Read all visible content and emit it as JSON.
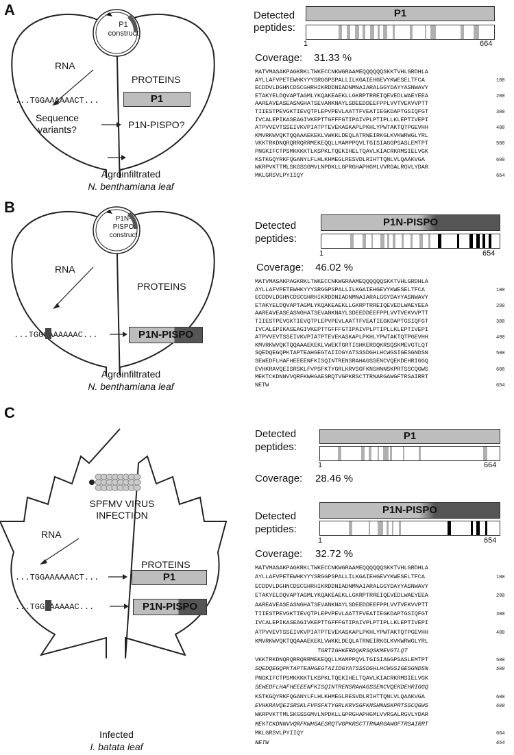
{
  "panels": {
    "A": {
      "letter": "A",
      "construct": "P1\nconstruct",
      "rna": "RNA",
      "proteins": "PROTEINS",
      "seq_dna": "TGGAAAAAACT",
      "protein_box": "P1",
      "variants_q": "Sequence\nvariants?",
      "variant_product": "P1N-PISPO?",
      "caption1": "Agroinfiltrated",
      "caption2": "N. benthamiana leaf",
      "detected": "Detected\npeptides:",
      "protein_bar": "P1",
      "start": "1",
      "end": "664",
      "coverage_label": "Coverage:",
      "coverage_value": "31.33 %"
    },
    "B": {
      "letter": "B",
      "construct": "P1N-\nPISPO\nconstruct",
      "rna": "RNA",
      "proteins": "PROTEINS",
      "seq_dna": "TGGGAAAAAAC",
      "protein_box": "P1N-PISPO",
      "caption1": "Agroinfiltrated",
      "caption2": "N. benthamiana leaf",
      "detected": "Detected\npeptides:",
      "protein_bar": "P1N-PISPO",
      "start": "1",
      "end": "654",
      "coverage_label": "Coverage:",
      "coverage_value": "46.02 %"
    },
    "C": {
      "letter": "C",
      "virus": "SPFMV VIRUS\nINFECTION",
      "rna": "RNA",
      "proteins": "PROTEINS",
      "seq_dna1": "TGGAAAAAACT",
      "seq_dna2": "TGGAAAAAAC",
      "protein_box1": "P1",
      "protein_box2": "P1N-PISPO",
      "caption1": "Infected",
      "caption2": "I. batata leaf",
      "p1": {
        "detected": "Detected\npeptides:",
        "protein_bar": "P1",
        "start": "1",
        "end": "664",
        "coverage_label": "Coverage:",
        "coverage_value": "28.46 %"
      },
      "pispo": {
        "detected": "Detected\npeptides:",
        "protein_bar": "P1N-PISPO",
        "start": "1",
        "end": "654",
        "coverage_label": "Coverage:",
        "coverage_value": "32.72 %"
      }
    }
  },
  "seqA": [
    {
      "t": "MATVMASAKPAGKRKLTWKECCNKWGRAAMEQQQQQQSKKTVHLGRDHLA",
      "n": ""
    },
    {
      "t": "AYLLAFVPETEWHKYYYSRGGPSPALLILKGAIEHGEVYKWESELTFCA",
      "n": "100"
    },
    {
      "t": "ECDDVLDGHNCDSCGHRHIKRDDNIADNMNAIARALGGYDAYYASNWAVY",
      "n": ""
    },
    {
      "t": "ETAKYELDQVAPTAGMLYKQAKEAEKLLGKRPTRREIQEVEDLWAEYEEA",
      "n": "200"
    },
    {
      "t": "AAREAVEASEASNGHATSEVANKNAYLSDEEDDEEFPPLVVTVEKVVPTT",
      "n": ""
    },
    {
      "t": "TIIESTPEVGKTIEVQTPLEPVPEVLAATTFVEATIEGKDAPTGSIQFGT",
      "n": "300"
    },
    {
      "t": "IVCALEPIKASEAGIVKEPTTGFFFGTIPAIVPLPTIPLLKLEPTIVEPI",
      "n": ""
    },
    {
      "t": "ATPVVEVTSSEIVKVPIATPTEVEKASKAPLPKHLYPWTAKTQTPGEVHH",
      "n": "400"
    },
    {
      "t": "KMVRKWVQKTQQAAAEKEKLVWKKLDEQLATRNEIRKGLKVKWRWGLYRL",
      "n": ""
    },
    {
      "t": "VKKTRKDNQRQRRQRRMEKEQQLLMAMPPQVLTGISIAGGPSASLEMTPT",
      "n": "500"
    },
    {
      "t": "PNGKIFCTPSMKKKKTLKSPKLTQEKIHELTQAVLKIACRKRMSIELVGK",
      "n": ""
    },
    {
      "t": "KSTKGQYRKFQGANYLFLHLKHMEGLRESVDLRIHTTQNLVLQAAKVGA",
      "n": "600"
    },
    {
      "t": "WKRPVKTTMLSKGSSGMVLNPDKLLGPRGHAPHGMLVVRGALRGVLYDAR",
      "n": ""
    },
    {
      "t": "MKLGRSVLPYIIQY",
      "n": "664"
    }
  ],
  "seqB": [
    {
      "t": "MATVMASAKPAGKRKLTWKECCNKWGRAAMEQQQQQQSKKTVHLGRDHLA",
      "n": ""
    },
    {
      "t": "AYLLAFVPETEWHKYYYSRGGPSPALLILKGAIEHGEVYKWESELTFCA",
      "n": "100"
    },
    {
      "t": "ECDDVLDGHNCDSCGHRHIKRDDNIADNMNAIARALGGYDAYYASNWAVY",
      "n": ""
    },
    {
      "t": "ETAKYELDQVAPTAGMLYKQAKEAEKLLGKRPTRREIQEVEDLWAEYEEA",
      "n": "200"
    },
    {
      "t": "AAREAVEASEASNGHATSEVANKNAYLSDEEDDEEFPPLVVTVEKVVPTT",
      "n": ""
    },
    {
      "t": "TIIESTPEVGKTIEVQTPLEPVPEVLAATTFVEATIEGKDAPTGSIQFGT",
      "n": "300"
    },
    {
      "t": "IVCALEPIKASEAGIVKEPTTGFFFGTIPAIVPLPTIPLLKLEPTIVEPI",
      "n": ""
    },
    {
      "t": "ATPVVEVTSSEIVKVPIATPTEVEKASKAPLPKHLYPWTAKTQTPGEVHH",
      "n": "400"
    },
    {
      "t": "KMVRKWVQKTQQAAAEKEKLVWEKTGRTIGHKERDQKRSQSKMEVGTLQT",
      "n": ""
    },
    {
      "t": "SQEDQEGQPKTAPTEAHGEGTAIIDGYATSSSDGHLHCWGSIGESGNDSN",
      "n": "500"
    },
    {
      "t": "SEWEDFLHAFHEEEENFKISQINTRENSRAHAGSSENCVQEKDEHRIGGQ",
      "n": ""
    },
    {
      "t": "EVHKRAVQEISRSKLFVPSFKTYGRLKRVSGFKNSHNNSKPRTSSCQGWS",
      "n": "600"
    },
    {
      "t": "MEKTCKDNNVVQRFKWHGAESRQTVGPKRSCTTRNARGAWGFTRSAIRRT",
      "n": ""
    },
    {
      "t": "NETW",
      "n": "654"
    }
  ],
  "seqC": [
    {
      "t": "MATVMASAKPAGKRKLTWKECCNKWGRAAMEQQQQQQSKKTVHLGRDHLA",
      "n": ""
    },
    {
      "t": "AYLLAFVPETEWHKYYYSRGGPSPALLILKGAIEHGEVYKWESELTFCA",
      "n": "100"
    },
    {
      "t": "ECDDVLDGHNCDSCGHRHIKRDDNIADNMNAIARALGGYDAYYASNWAVY",
      "n": ""
    },
    {
      "t": "ETAKYELDQVAPTAGMLYKQAKEAEKLLGKRPTRREIQEVEDLWAEYEEA",
      "n": "200"
    },
    {
      "t": "AAREAVEASEASNGHATSEVANKNAYLSDEEDDEEFPPLVVTVEKVVPTT",
      "n": ""
    },
    {
      "t": "TIIESTPEVGKTIEVQTPLEPVPEVLAATTFVEATIEGKDAPTGSIQFGT",
      "n": "300"
    },
    {
      "t": "IVCALEPIKASEAGIVKEPTTGFFFGTIPAIVPLPTIPLLKLEPTIVEPI",
      "n": ""
    },
    {
      "t": "ATPVVEVTSSEIVKVPIATPTEVEKASKAPLPKHLYPWTAKTQTPGEVHH",
      "n": "400"
    },
    {
      "t": "KMVRKWVQKTQQAAAEKEKLVWKKLDEQLATRNEIRKGLKVKWRWGLYRL",
      "n": ""
    },
    {
      "t": "                  TGRTIGHKERDQKRSQSKMEVGTLQT",
      "n": "",
      "it": true
    },
    {
      "t": "VKKTRKDNQRQRRQRRMEKEQQLLMAMPPQVLTGISIAGGPSASLEMTPT",
      "n": "500"
    },
    {
      "t": "SQEDQEGQPKTAPTEAHGEGTAIIDGYATSSSDGHLHCWGSIGESGNDSN",
      "n": "500",
      "it": true
    },
    {
      "t": "PNGKIFCTPSMKKKKTLKSPKLTQEKIHELTQAVLKIACRKRMSIELVGK",
      "n": ""
    },
    {
      "t": "SEWEDFLHAFHEEEENFKISQINTRENSRAHAGSSENCVQEKDEHRIGGQ",
      "n": "",
      "it": true
    },
    {
      "t": "KSTKGQYRKFQGANYLFLHLKHMEGLRESVDLRIHTTQNLVLQAAKVGA",
      "n": "600"
    },
    {
      "t": "EVHKRAVQEISRSKLFVPSFKTYGRLKRVSGFKNSHNNSKPRTSSCQGWS",
      "n": "600",
      "it": true
    },
    {
      "t": "WKRPVKTTMLSKGSSGMVLNPDKLLGPRGHAPHGMLVVRGALRGVLYDAR",
      "n": ""
    },
    {
      "t": "MEKTCKDNNVVQRFKWHGAESRQTVGPKRSCTTRNARGAWGFTRSAIRRT",
      "n": "",
      "it": true
    },
    {
      "t": "MKLGRSVLPYIIQY",
      "n": "664"
    },
    {
      "t": "NETW",
      "n": "654",
      "it": true
    }
  ],
  "peptides": {
    "A": [
      [
        0.17,
        0.19
      ],
      [
        0.215,
        0.235
      ],
      [
        0.26,
        0.28
      ],
      [
        0.3,
        0.315
      ],
      [
        0.34,
        0.36
      ],
      [
        0.38,
        0.39
      ],
      [
        0.41,
        0.43
      ],
      [
        0.46,
        0.47
      ],
      [
        0.55,
        0.565
      ],
      [
        0.63,
        0.64
      ],
      [
        0.66,
        0.69
      ],
      [
        0.82,
        0.84
      ],
      [
        0.89,
        0.92
      ]
    ],
    "B": [
      [
        0.16,
        0.18
      ],
      [
        0.23,
        0.25
      ],
      [
        0.28,
        0.29
      ],
      [
        0.33,
        0.355
      ],
      [
        0.37,
        0.38
      ],
      [
        0.4,
        0.415
      ],
      [
        0.45,
        0.46
      ],
      [
        0.5,
        0.51
      ],
      [
        0.55,
        0.57
      ],
      [
        0.6,
        0.61
      ]
    ],
    "Bdark": [
      [
        0.655,
        0.675
      ],
      [
        0.76,
        0.775
      ],
      [
        0.83,
        0.85
      ],
      [
        0.87,
        0.89
      ],
      [
        0.905,
        0.92
      ],
      [
        0.94,
        0.955
      ]
    ],
    "C1": [
      [
        0.1,
        0.12
      ],
      [
        0.23,
        0.25
      ],
      [
        0.27,
        0.285
      ],
      [
        0.32,
        0.33
      ],
      [
        0.35,
        0.38
      ],
      [
        0.39,
        0.4
      ],
      [
        0.46,
        0.47
      ],
      [
        0.55,
        0.56
      ],
      [
        0.91,
        0.93
      ]
    ],
    "C2": [
      [
        0.16,
        0.18
      ],
      [
        0.27,
        0.28
      ],
      [
        0.32,
        0.35
      ],
      [
        0.37,
        0.38
      ],
      [
        0.4,
        0.41
      ],
      [
        0.44,
        0.45
      ]
    ],
    "C2dark": [
      [
        0.71,
        0.73
      ],
      [
        0.84,
        0.85
      ],
      [
        0.87,
        0.89
      ],
      [
        0.92,
        0.93
      ]
    ]
  }
}
